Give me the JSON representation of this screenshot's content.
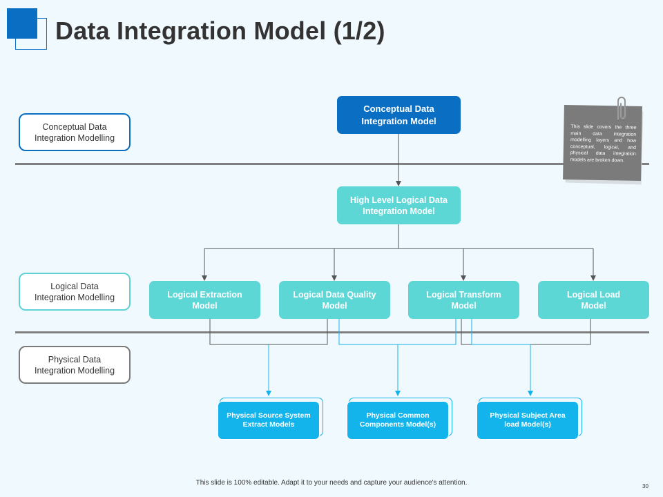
{
  "slide": {
    "title": "Data Integration Model (1/2)",
    "footer": "This slide is 100% editable. Adapt it to your needs and capture your audience's attention.",
    "page_number": "30"
  },
  "layers": {
    "conceptual": "Conceptual Data\nIntegration Modelling",
    "logical": "Logical Data\nIntegration Modelling",
    "physical": "Physical Data\nIntegration Modelling"
  },
  "nodes": {
    "conceptual": "Conceptual Data\nIntegration Model",
    "high_level": "High Level Logical Data\nIntegration Model",
    "extraction": "Logical Extraction\nModel",
    "quality": "Logical Data Quality\nModel",
    "transform": "Logical Transform\nModel",
    "load": "Logical Load\nModel",
    "source": "Physical Source System\nExtract Models",
    "common": "Physical Common\nComponents Model(s)",
    "subject": "Physical Subject Area\nload Model(s)"
  },
  "note": {
    "text": "This slide covers the three main data integration modelling layers and how conceptual, logical, and physical data integration models are broken down."
  },
  "colors": {
    "primary": "#0a6fc2",
    "teal": "#5dd6d6",
    "cyan": "#13b4ec",
    "divider": "#7f7f7f",
    "note": "#7b7b7b"
  },
  "icons": {
    "logo": "square-logo-icon",
    "clip": "paperclip-icon"
  }
}
